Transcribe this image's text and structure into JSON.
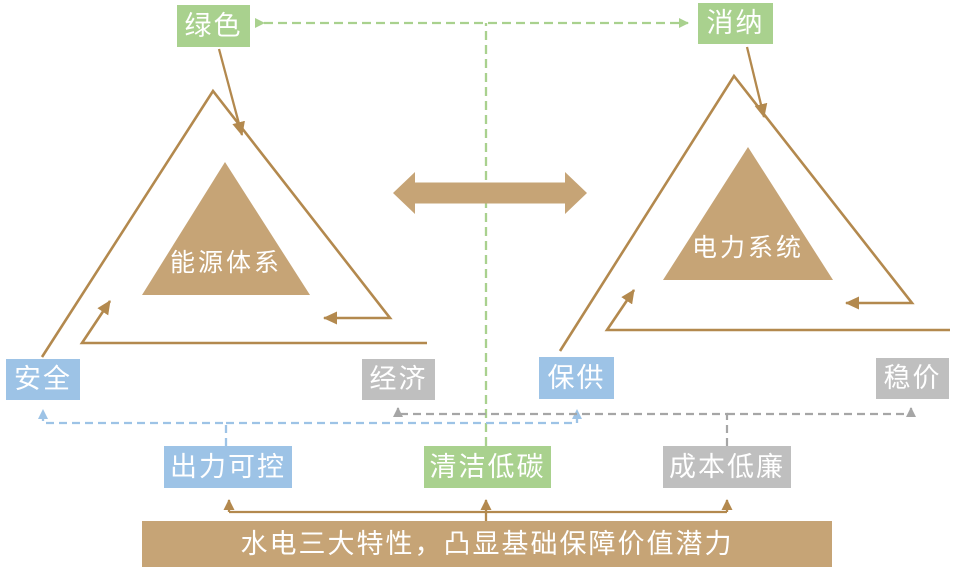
{
  "colors": {
    "tan_line": "#B3894E",
    "tan_fill": "#C6A476",
    "green": "#A9D18E",
    "blue": "#9DC3E6",
    "gray_fill": "#BFBFBF",
    "gray_line": "#A6A6A6",
    "text_white": "#FFFFFF"
  },
  "energy_system": {
    "name": "能源体系",
    "top_label": "绿色",
    "bottom_left_label": "安全",
    "bottom_right_label": "经济"
  },
  "power_system": {
    "name": "电力系统",
    "top_label": "消纳",
    "bottom_left_label": "保供",
    "bottom_right_label": "稳价"
  },
  "hydropower_features": [
    {
      "label": "出力可控",
      "color": "#9DC3E6"
    },
    {
      "label": "清洁低碳",
      "color": "#A9D18E"
    },
    {
      "label": "成本低廉",
      "color": "#BFBFBF"
    }
  ],
  "banner": {
    "text": "水电三大特性，凸显基础保障价值潜力"
  }
}
